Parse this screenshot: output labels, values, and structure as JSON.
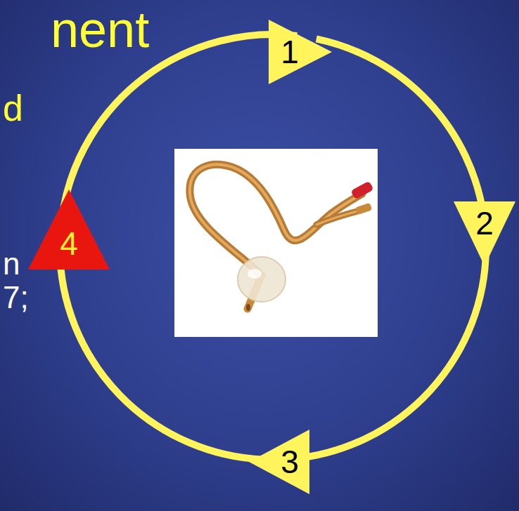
{
  "diagram": {
    "title": "nent",
    "nodes": [
      {
        "text": [
          "1"
        ]
      },
      {
        "text": [
          "2"
        ]
      },
      {
        "text": [
          "3"
        ]
      },
      {
        "text": [
          "4"
        ]
      }
    ],
    "edges": [
      {
        "from": 0,
        "to": 1,
        "arrow": "none"
      },
      {
        "from": 1,
        "to": 2,
        "arrow": "none"
      },
      {
        "from": 2,
        "to": 3,
        "arrow": "none"
      },
      {
        "from": 3,
        "to": 0,
        "arrow": "none"
      }
    ],
    "labels": [
      "d",
      "n",
      "7;"
    ]
  }
}
